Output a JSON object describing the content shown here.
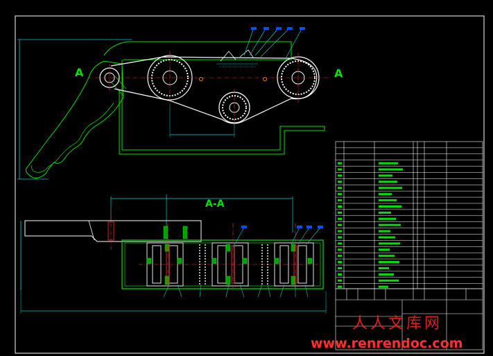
{
  "section_labels": {
    "left": "A",
    "right": "A",
    "section_title": "A-A"
  },
  "watermark": {
    "cn": "人人文库网",
    "url": "www.renrendoc.com"
  },
  "colors": {
    "background": "#000000",
    "outline": "#00e000",
    "frame": "#ffffff",
    "dimension": "#00cccc",
    "centerline": "#ff3030",
    "gear": "#ffffff",
    "watermark_cn": "#ff2020",
    "watermark_url": "#ff3030"
  }
}
